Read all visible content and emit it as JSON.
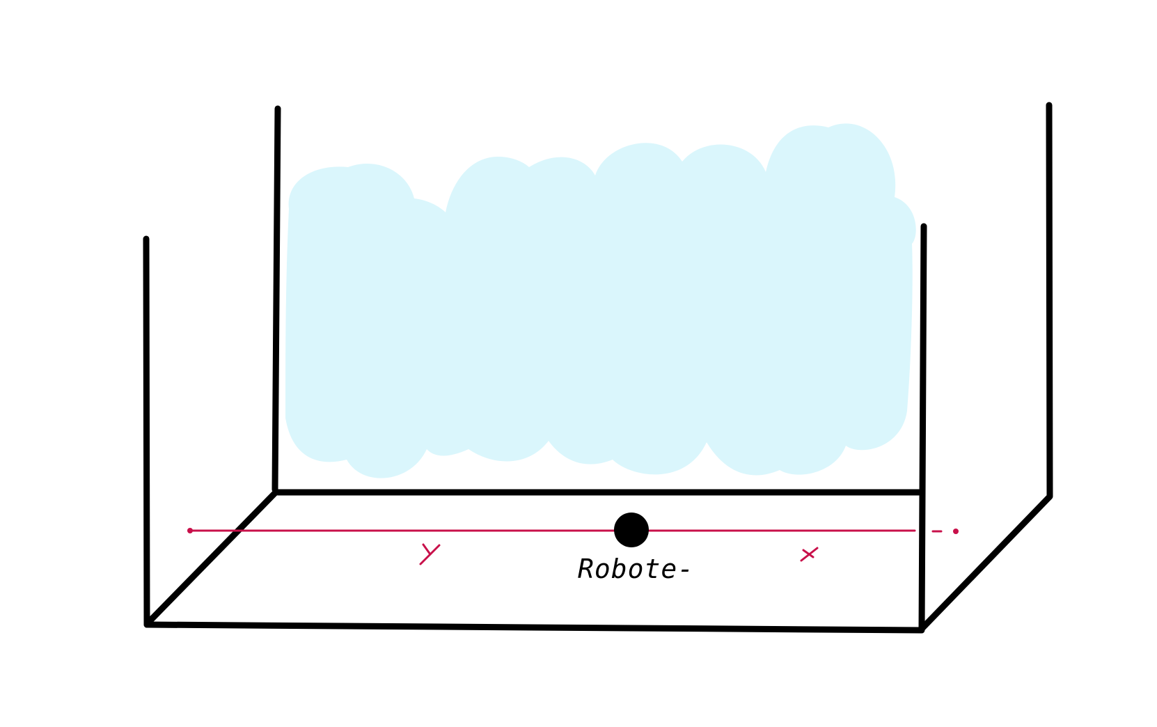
{
  "colors": {
    "frame": "#000000",
    "cloud": "#daf6fc",
    "axis": "#c8104a",
    "robot": "#000000",
    "background": "#ffffff"
  },
  "labels": {
    "y_axis": "y",
    "x_axis": "x",
    "robot": "Robote-"
  }
}
